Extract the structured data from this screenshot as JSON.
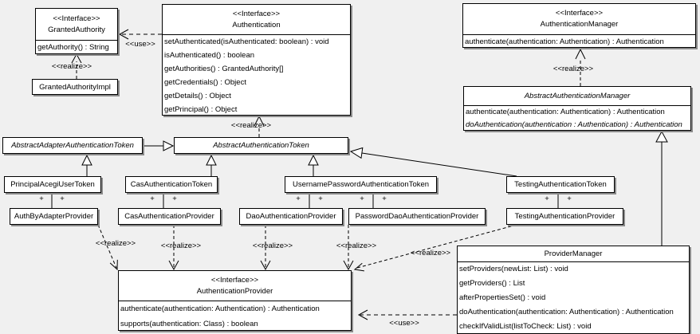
{
  "diagram": {
    "labels": {
      "use": "<<use>>",
      "realize": "<<realize>>",
      "plus": "+"
    },
    "classes": {
      "granted_authority": {
        "stereotype": "<<Interface>>",
        "name": "GrantedAuthority",
        "methods": [
          "getAuthority() : String"
        ]
      },
      "granted_authority_impl": {
        "name": "GrantedAuthorityImpl"
      },
      "authentication": {
        "stereotype": "<<Interface>>",
        "name": "Authentication",
        "methods": [
          "setAuthenticated(isAuthenticated: boolean) : void",
          "isAuthenticated() : boolean",
          "getAuthorities() : GrantedAuthority[]",
          "getCredentials() : Object",
          "getDetails() : Object",
          "getPrincipal() : Object"
        ]
      },
      "authentication_manager": {
        "stereotype": "<<Interface>>",
        "name": "AuthenticationManager",
        "methods": [
          "authenticate(authentication: Authentication) : Authentication"
        ]
      },
      "abstract_authentication_manager": {
        "name": "AbstractAuthenticationManager",
        "methods": [
          "authenticate(authentication: Authentication) : Authentication",
          "doAuthentication(authentication : Authentication) : Authentication"
        ]
      },
      "abstract_adapter_authentication_token": {
        "name": "AbstractAdapterAuthenticationToken"
      },
      "abstract_authentication_token": {
        "name": "AbstractAuthenticationToken"
      },
      "principal_acegi_user_token": {
        "name": "PrincipalAcegiUserToken"
      },
      "cas_authentication_token": {
        "name": "CasAuthenticationToken"
      },
      "username_password_authentication_token": {
        "name": "UsernamePasswordAuthenticationToken"
      },
      "testing_authentication_token": {
        "name": "TestingAuthenticationToken"
      },
      "auth_by_adapter_provider": {
        "name": "AuthByAdapterProvider"
      },
      "cas_authentication_provider": {
        "name": "CasAuthenticationProvider"
      },
      "dao_authentication_provider": {
        "name": "DaoAuthenticationProvider"
      },
      "password_dao_authentication_provider": {
        "name": "PasswordDaoAuthenticationProvider"
      },
      "testing_authentication_provider": {
        "name": "TestingAuthenticationProvider"
      },
      "authentication_provider": {
        "stereotype": "<<Interface>>",
        "name": "AuthenticationProvider",
        "methods": [
          "authenticate(authentication: Authentication) : Authentication",
          "supports(authentication: Class) : boolean"
        ]
      },
      "provider_manager": {
        "name": "ProviderManager",
        "methods": [
          "setProviders(newList: List) : void",
          "getProviders() : List",
          "afterPropertiesSet() : void",
          "doAuthentication(authentication: Authentication) : Authentication",
          "checkIfValidList(listToCheck: List) : void"
        ]
      }
    }
  }
}
